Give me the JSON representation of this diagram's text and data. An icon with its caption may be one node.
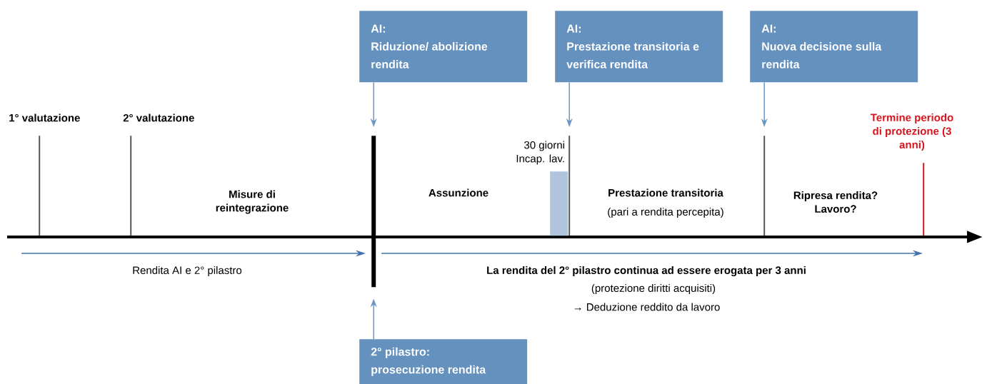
{
  "diagram": {
    "nodes": [
      {
        "text": [
          "AI:",
          "Riduzione/ abolizione rendita"
        ]
      },
      {
        "text": [
          "AI:",
          "Prestazione transitoria e verifica rendita"
        ]
      },
      {
        "text": [
          "AI:",
          "Nuova decisione sulla rendita"
        ]
      },
      {
        "text": [],
        "shape": "bar",
        "beside": [
          "1° valutazione"
        ]
      },
      {
        "text": [],
        "shape": "bar",
        "beside": [
          "2° valutazione"
        ]
      },
      {
        "text": [],
        "shape": "bar"
      },
      {
        "text": [],
        "shape": "bar"
      },
      {
        "text": [],
        "shape": "bar"
      },
      {
        "text": [],
        "shape": "bar"
      },
      {
        "text": [],
        "shape": "bar",
        "beside": [
          "Termine periodo di protezione (3 anni)"
        ]
      },
      {
        "text": [
          "2° pilastro:",
          "prosecuzione rendita"
        ]
      }
    ],
    "edges": [
      {
        "from": 0,
        "to": 5,
        "arrow": "to"
      },
      {
        "from": 1,
        "to": 7,
        "arrow": "to"
      },
      {
        "from": 2,
        "to": 8,
        "arrow": "to"
      },
      {
        "from": 10,
        "to": 5,
        "arrow": "to"
      }
    ],
    "labels": [
      "Misure di reintegrazione",
      "Assunzione",
      "30 giorni Incap. lav.",
      "Prestazione transitoria",
      "(pari a rendita percepita)",
      "Ripresa rendita? Lavoro?",
      "Rendita AI e 2° pilastro",
      "La rendita del 2° pilastro continua ad essere erogata per 3 anni",
      "(protezione diritti acquisiti)",
      "→ Deduzione reddito da lavoro"
    ]
  }
}
